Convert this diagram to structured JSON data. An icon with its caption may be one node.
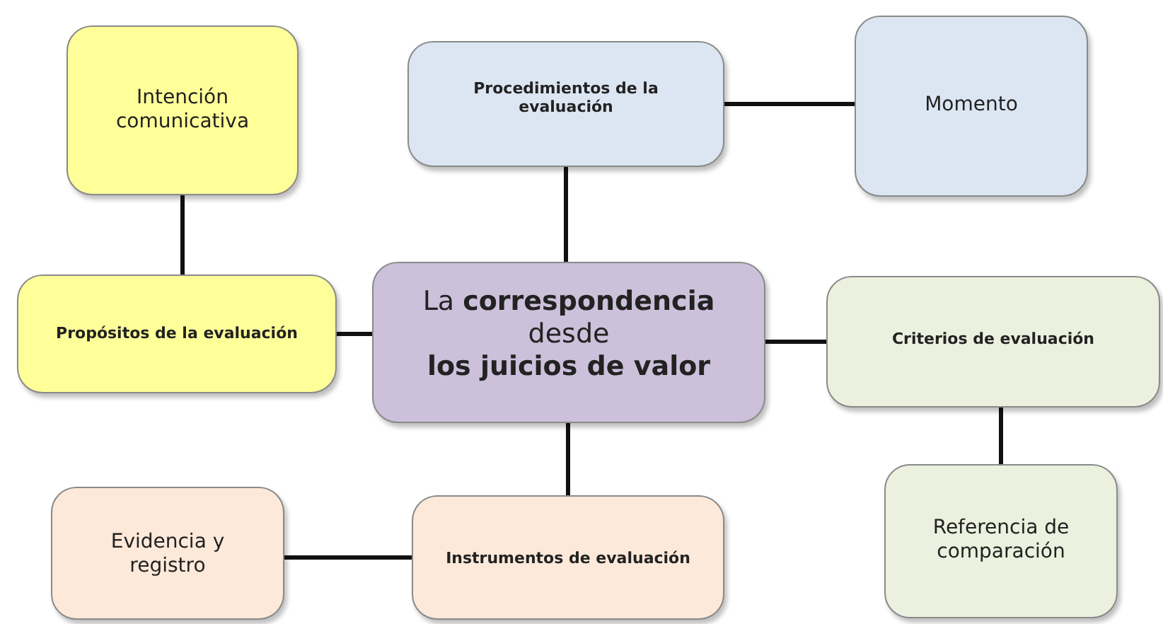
{
  "diagram": {
    "nodes": [
      {
        "text": [
          "Intención comunicativa"
        ]
      },
      {
        "text": [
          "Procedimientos de la evaluación"
        ]
      },
      {
        "text": [
          "Momento"
        ]
      },
      {
        "text": [
          "Propósitos de la evaluación"
        ]
      },
      {
        "text": [
          "La **correspondencia** desde **los juicios de valor**"
        ]
      },
      {
        "text": [
          "Criterios de evaluación"
        ]
      },
      {
        "text": [
          "Evidencia y registro"
        ]
      },
      {
        "text": [
          "Instrumentos de evaluación"
        ]
      },
      {
        "text": [
          "Referencia de comparación"
        ]
      }
    ],
    "edges": [
      {
        "from": 0,
        "to": 3,
        "arrow": "none"
      },
      {
        "from": 1,
        "to": 2,
        "arrow": "none"
      },
      {
        "from": 1,
        "to": 4,
        "arrow": "none"
      },
      {
        "from": 3,
        "to": 4,
        "arrow": "none"
      },
      {
        "from": 4,
        "to": 5,
        "arrow": "none"
      },
      {
        "from": 4,
        "to": 7,
        "arrow": "none"
      },
      {
        "from": 5,
        "to": 8,
        "arrow": "none"
      },
      {
        "from": 6,
        "to": 7,
        "arrow": "none"
      }
    ]
  }
}
